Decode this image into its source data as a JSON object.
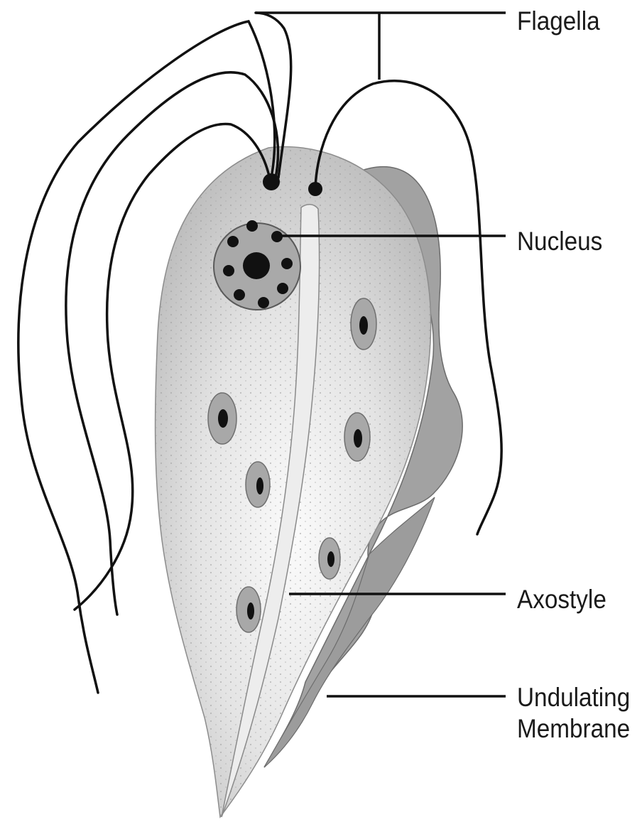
{
  "labels": {
    "flagella": "Flagella",
    "nucleus": "Nucleus",
    "axostyle": "Axostyle",
    "undulating_membrane": [
      "Undulating",
      "Membrane"
    ]
  },
  "colors": {
    "outline": "#111111",
    "body_light": "#f4f4f4",
    "body_mid": "#cfcfcf",
    "membrane": "#9e9e9e",
    "nucleus_fill": "#a9a9a9",
    "vacuole_fill": "#a8a8a8",
    "axostyle_fill": "#ececec"
  }
}
